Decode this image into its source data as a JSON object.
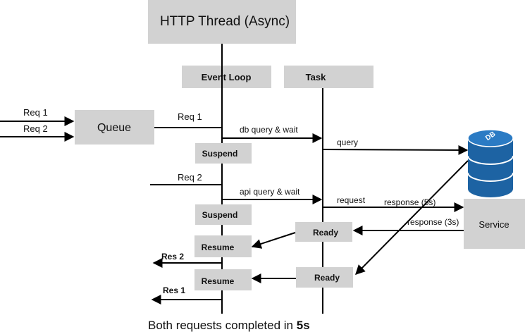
{
  "title": "HTTP Thread (Async)",
  "columns": {
    "event_loop": "Event Loop",
    "task": "Task"
  },
  "queue": "Queue",
  "incoming": {
    "req1": "Req 1",
    "req2": "Req 2"
  },
  "event_loop_labels": {
    "req1": "Req 1",
    "req2": "Req 2"
  },
  "messages": {
    "db_query": "db query & wait",
    "api_query": "api query & wait",
    "query": "query",
    "request": "request",
    "response_5s": "response (5s)",
    "response_3s": "response (3s)"
  },
  "states": {
    "suspend1": "Suspend",
    "suspend2": "Suspend",
    "ready1": "Ready",
    "ready2": "Ready",
    "resume1": "Resume",
    "resume2": "Resume"
  },
  "responses": {
    "res2": "Res 2",
    "res1": "Res 1"
  },
  "db_label": "DB",
  "service": "Service",
  "caption": {
    "text": "Both requests completed in ",
    "emphasis": "5s"
  },
  "colors": {
    "box": "#d2d2d2",
    "db": "#1d63a3",
    "line": "#000000"
  }
}
